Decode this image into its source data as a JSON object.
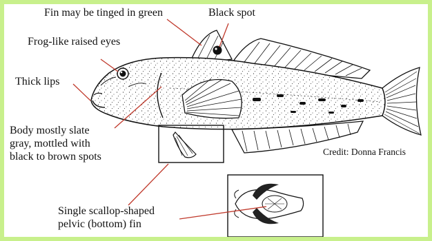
{
  "labels": {
    "fin_green": "Fin may be tinged in green",
    "black_spot": "Black spot",
    "eyes": "Frog-like raised eyes",
    "lips": "Thick lips",
    "body_1": "Body mostly slate",
    "body_2": "gray, mottled with",
    "body_3": "black to brown spots",
    "pelvic_1": "Single scallop-shaped",
    "pelvic_2": "pelvic (bottom) fin",
    "credit": "Credit: Donna Francis"
  },
  "colors": {
    "background_border": "#c8f08c",
    "leader_lines": "#c0392b",
    "ink": "#111111"
  }
}
